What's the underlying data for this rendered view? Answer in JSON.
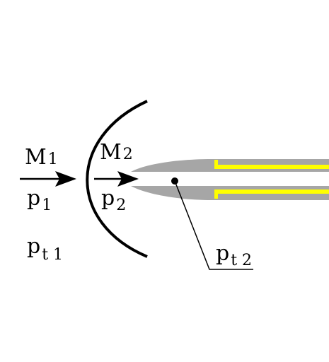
{
  "labels": {
    "m1": {
      "base": "M",
      "sub": "1"
    },
    "p1": {
      "base": "p",
      "sub": "1"
    },
    "pt1": {
      "base": "p",
      "sub": "t 1"
    },
    "m2": {
      "base": "M",
      "sub": "2"
    },
    "p2": {
      "base": "p",
      "sub": "2"
    },
    "pt2": {
      "base": "p",
      "sub": "t 2"
    }
  },
  "colors": {
    "ink": "#000000",
    "probe_body": "#a6a6a6",
    "probe_lining": "#ffff00"
  },
  "icons": {
    "freestream_arrow": "right-arrow",
    "post_shock_arrow": "right-arrow",
    "shock_wave": "bow-shock-arc",
    "probe": "pitot-tube"
  }
}
